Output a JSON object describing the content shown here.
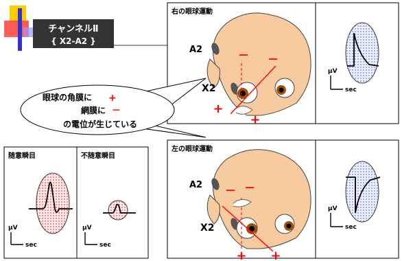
{
  "colors": {
    "title_bg": "#333333",
    "title_text": "#ffffff",
    "accent_red": "#ff0000",
    "deco_yellow": "#ffcc00",
    "deco_blue": "#3333cc",
    "face_fill": "#f7caa0",
    "panel_border": "#000000",
    "waveform_fill_blue": "#aab4ff",
    "waveform_fill_red": "#ff8c8c",
    "eye_brown": "#a0520a"
  },
  "title_box": {
    "line1": "チャンネルⅡ",
    "line2": "{ X2-A2 }"
  },
  "callout": {
    "line1_text": "眼球の角膜に",
    "line1_sign": "+",
    "line2_text": "網膜に",
    "line2_sign": "－",
    "line3": "の電位が生じている"
  },
  "panel_right_eye": {
    "title": "右の眼球運動",
    "label_a2": "A2",
    "label_x2": "X2",
    "signs_minus": [
      "－",
      "－"
    ],
    "signs_plus": [
      "+",
      "+"
    ]
  },
  "panel_left_eye": {
    "title": "左の眼球運動",
    "label_a2": "A2",
    "label_x2": "X2",
    "signs_minus": [
      "－",
      "－"
    ],
    "signs_plus": [
      "+",
      "+"
    ]
  },
  "wave_right": {
    "y_unit": "μV",
    "x_unit": "sec"
  },
  "wave_left": {
    "y_unit": "μV",
    "x_unit": "sec"
  },
  "blink_voluntary": {
    "title": "随意瞬目",
    "y_unit": "μV",
    "x_unit": "sec"
  },
  "blink_involuntary": {
    "title": "不随意瞬目",
    "y_unit": "μV",
    "x_unit": "sec"
  }
}
